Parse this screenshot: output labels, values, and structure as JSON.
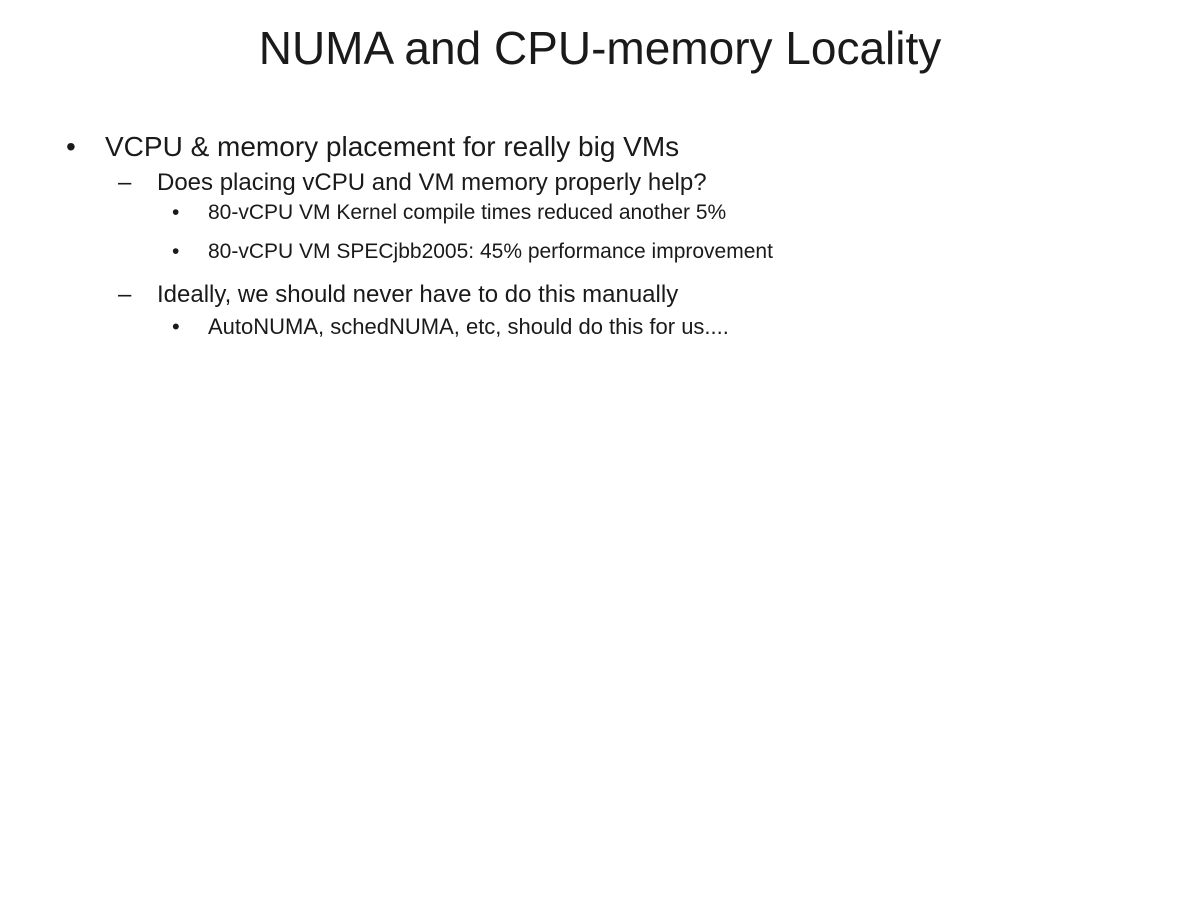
{
  "slide": {
    "title": "NUMA and CPU-memory Locality",
    "bullets": [
      {
        "marker": "•",
        "text": "VCPU & memory placement for really big VMs"
      },
      {
        "marker": "–",
        "text": "Does placing vCPU and VM memory properly help?"
      },
      {
        "marker": "•",
        "text": "80-vCPU VM Kernel compile times reduced another 5%"
      },
      {
        "marker": "•",
        "text": "80-vCPU VM SPECjbb2005:  45% performance improvement"
      },
      {
        "marker": "–",
        "text": "Ideally, we should never have to do this manually"
      },
      {
        "marker": "•",
        "text": "AutoNUMA, schedNUMA, etc, should do this for us...."
      }
    ]
  }
}
